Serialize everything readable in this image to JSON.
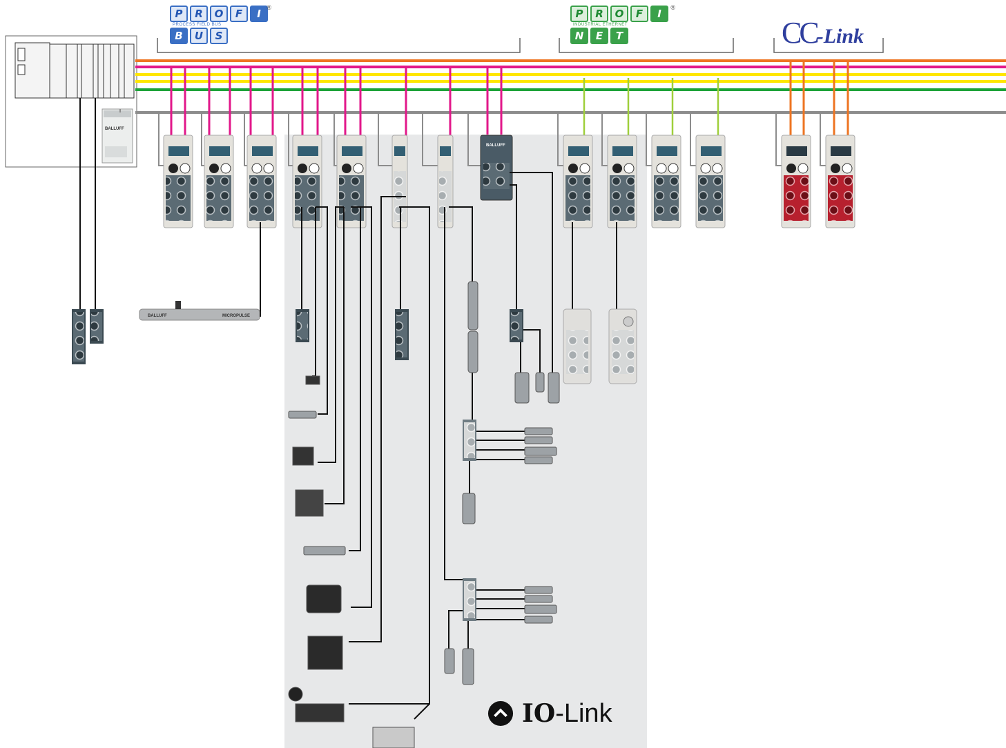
{
  "logos": {
    "profibus": {
      "letters_top": [
        "P",
        "R",
        "O",
        "F",
        "I"
      ],
      "letters_bottom": [
        "B",
        "U",
        "S"
      ],
      "subtitle": "PROCESS FIELD BUS",
      "registered": "®"
    },
    "profinet": {
      "letters_top": [
        "P",
        "R",
        "O",
        "F",
        "I"
      ],
      "letters_bottom": [
        "N",
        "E",
        "T"
      ],
      "subtitle": "INDUSTRIAL ETHERNET",
      "registered": "®"
    },
    "cclink": {
      "cc": "CC",
      "link": "-Link"
    },
    "iolink": {
      "strong": "IO",
      "rest": "-Link"
    }
  },
  "colors": {
    "orange": "#ee7421",
    "magenta": "#e2178a",
    "yellow": "#ffe600",
    "green": "#1da339",
    "gray_bus": "#8c8c8c",
    "lime": "#9fcf3a",
    "black_cable": "#111111",
    "module_gray": "#50606b",
    "module_red": "#b7202e",
    "iolink_bg": "#e7e8e9",
    "profibus_blue": "#3a6fc4",
    "profinet_green": "#3aa14a",
    "cclink_blue": "#2f3f9e"
  },
  "device_labels": {
    "balluff": "BALLUFF",
    "micropulse": "MICROPULSE"
  }
}
